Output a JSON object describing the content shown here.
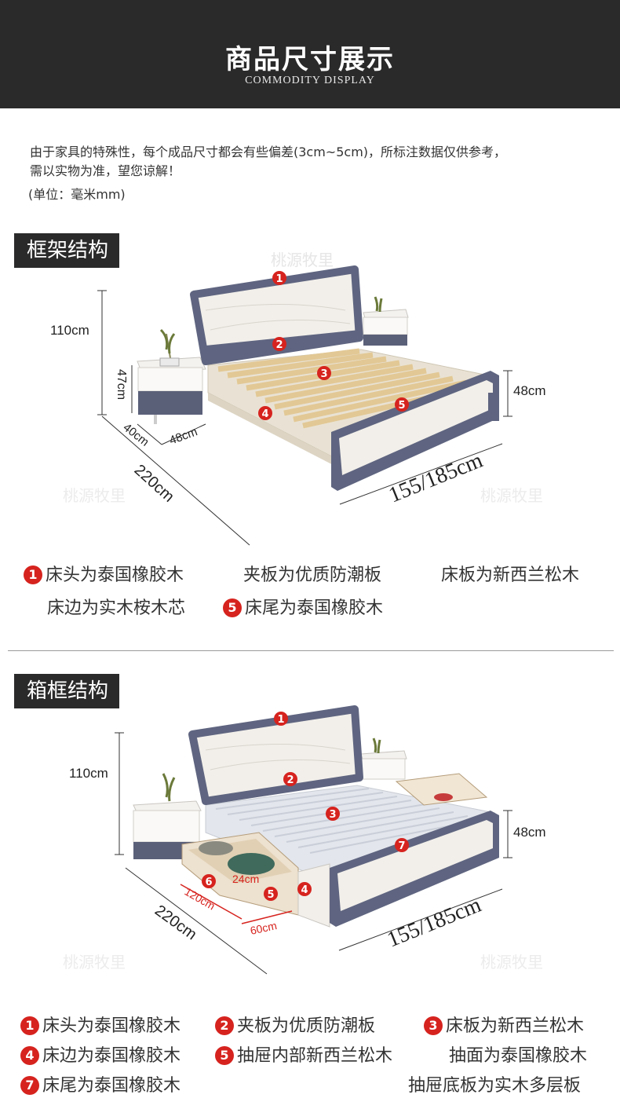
{
  "header": {
    "title": "商品尺寸展示",
    "subtitle": "COMMODITY DISPLAY"
  },
  "notes": [
    "由于家具的特殊性，每个成品尺寸都会有些偏差(3cm~5cm)，所标注数据仅供参考，",
    "需以实物为准，望您谅解！",
    "(单位：毫米mm)"
  ],
  "section1": {
    "title": "框架结构",
    "dims": {
      "height": "110cm",
      "nightstand_h": "47cm",
      "nightstand_d": "40cm",
      "nightstand_w": "48cm",
      "length": "220cm",
      "width": "155/185cm",
      "foot_h": "48cm"
    },
    "markers": [
      "1",
      "2",
      "3",
      "4",
      "5"
    ],
    "watermark": "桃源牧里",
    "captions": [
      {
        "badge": "1",
        "text": "床头为泰国橡胶木"
      },
      {
        "badge": "",
        "text": "夹板为优质防潮板"
      },
      {
        "badge": "",
        "text": "床板为新西兰松木"
      },
      {
        "badge": "",
        "text": "床边为实木桉木芯"
      },
      {
        "badge": "5",
        "text": "床尾为泰国橡胶木"
      }
    ]
  },
  "section2": {
    "title": "箱框结构",
    "dims": {
      "height": "110cm",
      "length": "220cm",
      "width": "155/185cm",
      "foot_h": "48cm",
      "drawer_l": "120cm",
      "drawer_w": "60cm",
      "drawer_h": "24cm"
    },
    "markers": [
      "1",
      "2",
      "3",
      "4",
      "5",
      "6",
      "7"
    ],
    "watermark": "桃源牧里",
    "captions": [
      {
        "badge": "1",
        "text": "床头为泰国橡胶木"
      },
      {
        "badge": "2",
        "text": "夹板为优质防潮板"
      },
      {
        "badge": "3",
        "text": "床板为新西兰松木"
      },
      {
        "badge": "4",
        "text": "床边为泰国橡胶木"
      },
      {
        "badge": "5",
        "text": "抽屉内部新西兰松木"
      },
      {
        "badge": "",
        "text": "抽面为泰国橡胶木"
      },
      {
        "badge": "7",
        "text": "床尾为泰国橡胶木"
      },
      {
        "badge": "",
        "text": "抽屉底板为实木多层板"
      }
    ]
  }
}
